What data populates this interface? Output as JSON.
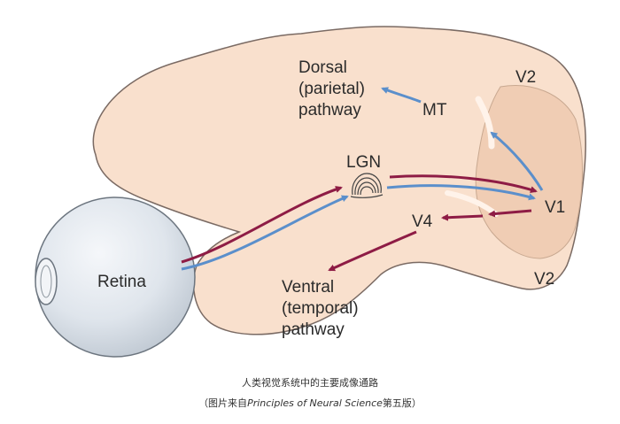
{
  "labels": {
    "dorsal": [
      "Dorsal",
      "(parietal)",
      "pathway"
    ],
    "ventral": [
      "Ventral",
      "(temporal)",
      "pathway"
    ],
    "mt": "MT",
    "lgn": "LGN",
    "v1": "V1",
    "v2_top": "V2",
    "v2_bottom": "V2",
    "v4": "V4",
    "retina": "Retina"
  },
  "colors": {
    "brain_fill": "#f9e0cd",
    "brain_stroke": "#7a6a63",
    "visual_cortex_fill": "#f0cdb4",
    "eye_fill": "#dfe5ec",
    "dorsal_arrow": "#5b8fcb",
    "ventral_arrow": "#8e1c45"
  },
  "caption": {
    "line1": "人类视觉系统中的主要成像通路",
    "line2_prefix": "（图片来自",
    "line2_title": "Principles of Neural Science",
    "line2_suffix": "第五版）"
  }
}
